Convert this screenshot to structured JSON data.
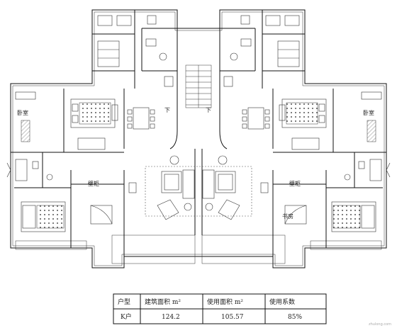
{
  "rooms": {
    "bedroom_left": "卧室",
    "bedroom_right": "卧室",
    "stair_down_left": "下",
    "stair_down_right": "下",
    "wardrobe_left": "壁柜",
    "wardrobe_right": "壁柜",
    "study_right": "书房"
  },
  "table": {
    "headers": [
      "户型",
      "建筑面积 m²",
      "使用面积 m²",
      "使用系数"
    ],
    "row": [
      "K户",
      "124.2",
      "105.57",
      "85%"
    ]
  },
  "watermark": "zhulong.com"
}
